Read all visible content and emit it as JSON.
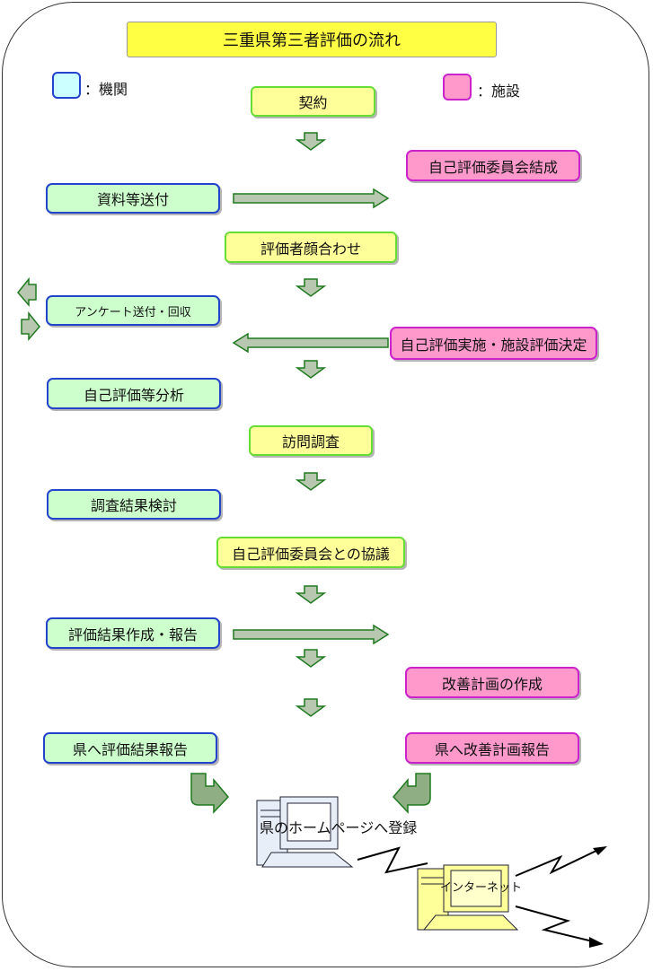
{
  "title": "三重県第三者評価の流れ",
  "legend": {
    "agency_label": "：機関",
    "facility_label": "：施設"
  },
  "colors": {
    "agency_fill": "#ccffcc",
    "agency_border": "#2244cc",
    "facility_fill": "#ff99cc",
    "facility_border": "#cc22cc",
    "joint_fill": "#ffff99",
    "joint_border": "#66dd33",
    "arrow_fill": "#b8c8b0",
    "arrow_border": "#1f7a1f"
  },
  "steps": {
    "contract": "契約",
    "committee_formation": "自己評価委員会結成",
    "send_documents": "資料等送付",
    "evaluator_meeting": "評価者顔合わせ",
    "questionnaire": "アンケート送付・回収",
    "self_evaluation": "自己評価実施・施設評価決定",
    "analysis": "自己評価等分析",
    "visit_survey": "訪問調査",
    "review_results": "調査結果検討",
    "committee_discussion": "自己評価委員会との協議",
    "create_report": "評価結果作成・報告",
    "improvement_plan": "改善計画の作成",
    "report_to_prefecture": "県へ評価結果報告",
    "plan_to_prefecture": "県へ改善計画報告"
  },
  "computers": {
    "homepage_label": "県のホームページへ登録",
    "internet_label": "インターネット"
  }
}
